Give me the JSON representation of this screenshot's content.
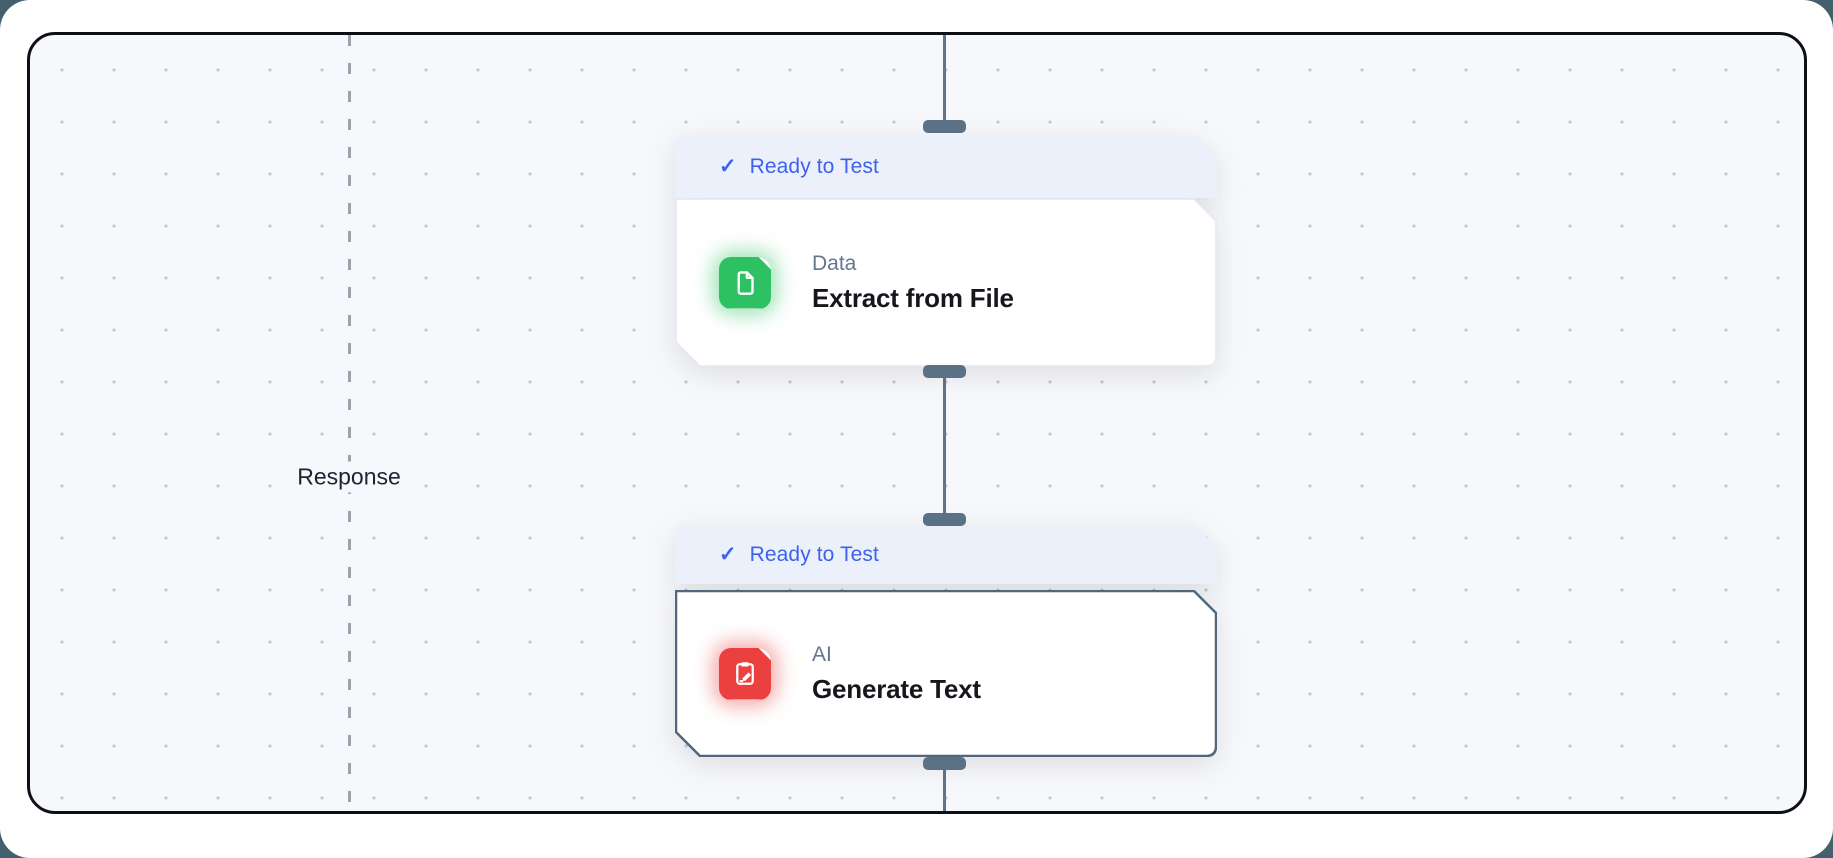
{
  "workflow": {
    "response_label": "Response",
    "nodes": [
      {
        "status": "Ready to Test",
        "category": "Data",
        "title": "Extract from File",
        "icon": "file-icon",
        "state": "ready"
      },
      {
        "status": "Ready to Test",
        "category": "AI",
        "title": "Generate Text",
        "icon": "edit-document-icon",
        "state": "ready-selected"
      }
    ]
  },
  "icons": {
    "check": "✓"
  },
  "colors": {
    "badge_text_blue": "#3c62ef",
    "badge_bg": "#ecf0fb",
    "node_green": "#2ec163",
    "node_red": "#ea4040",
    "connector_slate": "#5b7186",
    "canvas_bg": "#f7f8fb",
    "canvas_border": "#0d1016",
    "outer_bg": "#44606d"
  }
}
